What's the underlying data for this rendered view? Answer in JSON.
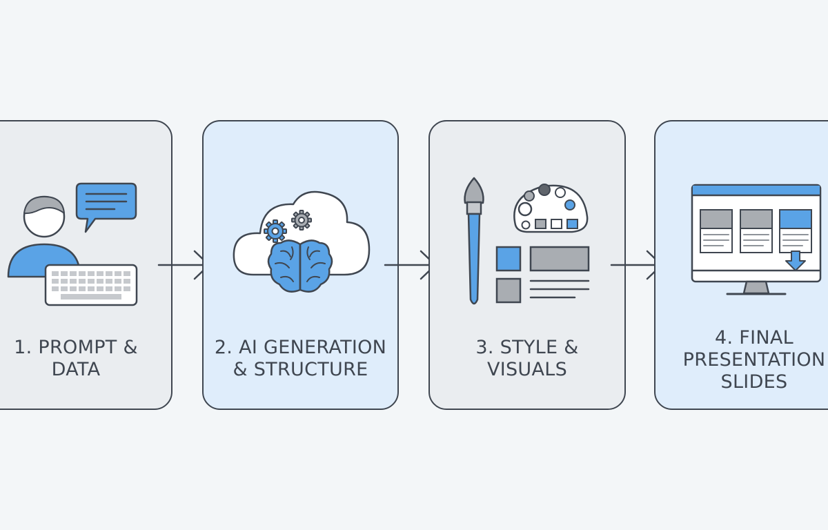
{
  "steps": [
    {
      "label": "1. PROMPT &\nDATA"
    },
    {
      "label": "2. AI GENERATION\n& STRUCTURE"
    },
    {
      "label": "3. STYLE &\nVISUALS"
    },
    {
      "label": "4. FINAL\nPRESENTATION\nSLIDES"
    }
  ],
  "colors": {
    "background": "#f3f6f8",
    "card_gray": "#eaedf0",
    "card_blue": "#dfedfb",
    "stroke": "#3f4650",
    "accent": "#5aa3e6",
    "muted": "#a9adb2"
  }
}
